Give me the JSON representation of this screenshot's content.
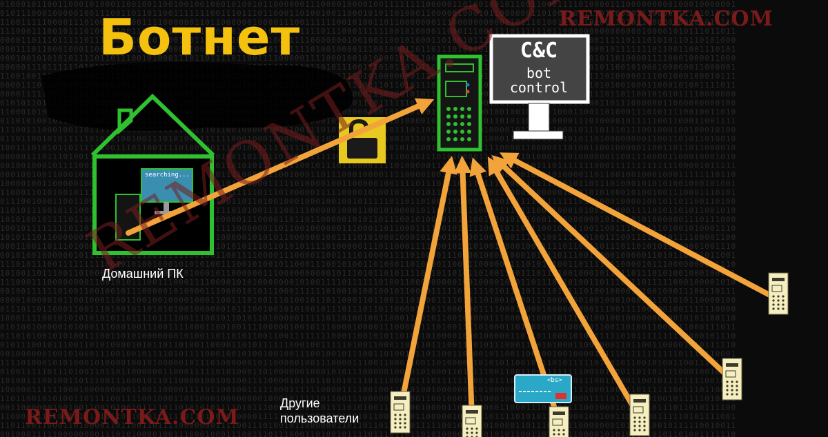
{
  "title": "Ботнет",
  "watermark": "REMONTKA.COM",
  "home_label": "Домашний ПК",
  "others_label": [
    "Другие",
    "пользователи"
  ],
  "cc_monitor": {
    "main": "C&C",
    "line1": "bot",
    "line2": "control"
  },
  "home_monitor_text": "searching...",
  "card_text": "<bs>",
  "colors": {
    "title": "#f5c10f",
    "green": "#2fc12f",
    "arrow": "#f2a33a",
    "client": "#f4eec0",
    "watermark": "#7a1a1a"
  }
}
